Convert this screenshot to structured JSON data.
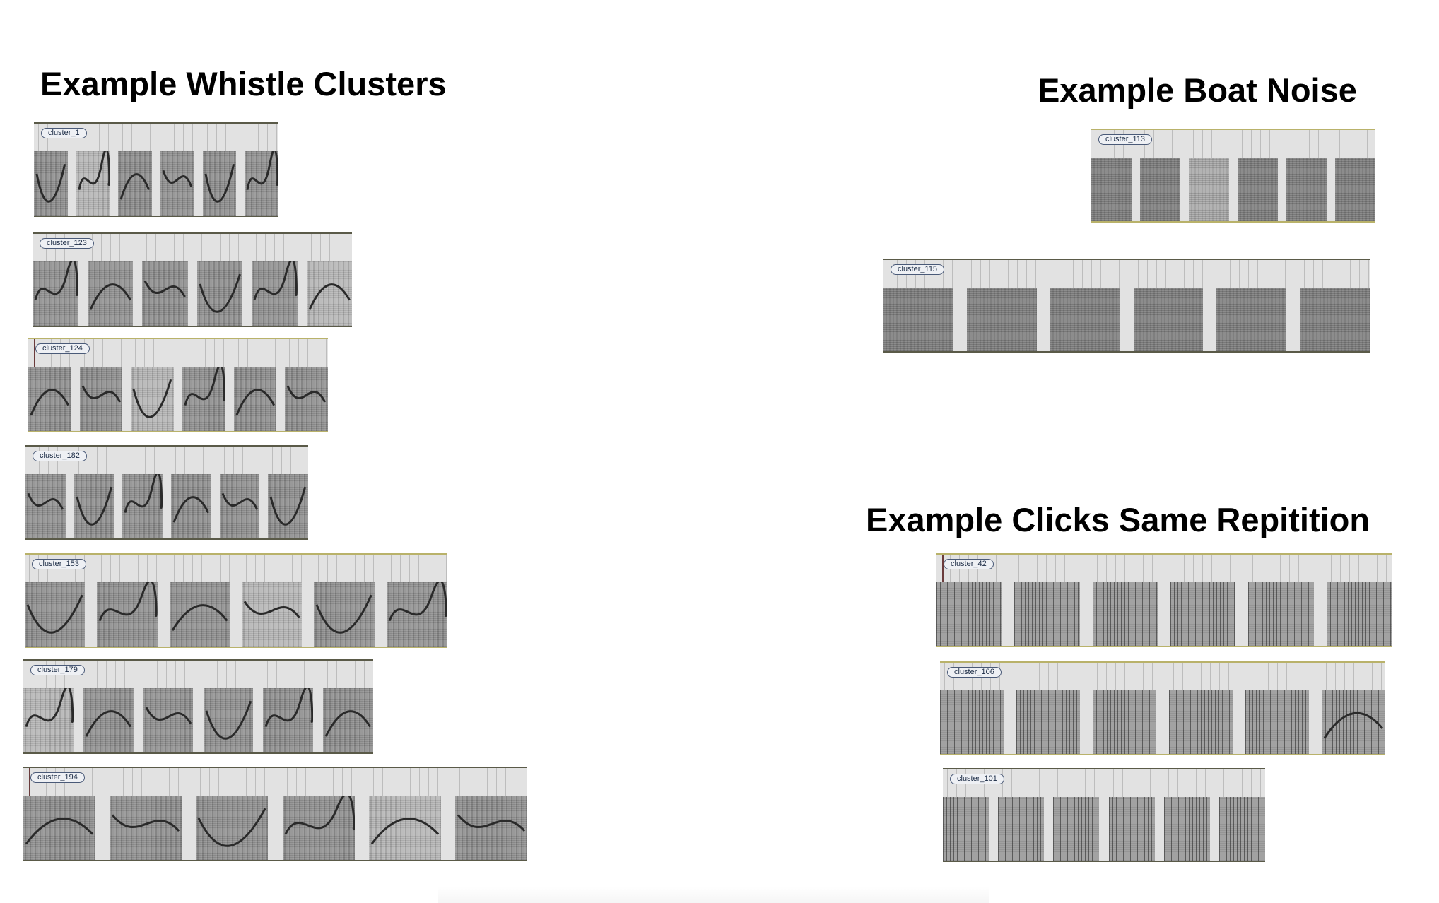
{
  "headings": {
    "whistle": "Example Whistle Clusters",
    "boat": "Example Boat Noise",
    "clicks": "Example Clicks Same Repitition"
  },
  "whistle_clusters": [
    {
      "label": "cluster_1",
      "tiles": 6
    },
    {
      "label": "cluster_123",
      "tiles": 6
    },
    {
      "label": "cluster_124",
      "tiles": 6
    },
    {
      "label": "cluster_182",
      "tiles": 6
    },
    {
      "label": "cluster_153",
      "tiles": 6
    },
    {
      "label": "cluster_179",
      "tiles": 6
    },
    {
      "label": "cluster_194",
      "tiles": 6
    }
  ],
  "boat_clusters": [
    {
      "label": "cluster_113",
      "tiles": 6
    },
    {
      "label": "cluster_115",
      "tiles": 6
    }
  ],
  "click_clusters": [
    {
      "label": "cluster_42",
      "tiles": 6
    },
    {
      "label": "cluster_106",
      "tiles": 6
    },
    {
      "label": "cluster_101",
      "tiles": 6
    }
  ],
  "colors": {
    "background": "#ffffff",
    "heading": "#000000",
    "strip_background": "#e2e2e2",
    "spectrogram": "#8d8d8d",
    "badge_border": "#4a5a78"
  }
}
